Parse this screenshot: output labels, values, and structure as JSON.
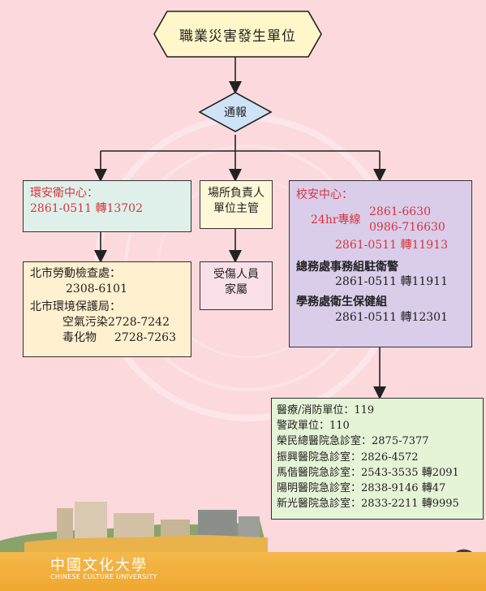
{
  "start": {
    "label": "職業災害發生單位"
  },
  "decision": {
    "label": "通報"
  },
  "env_box": {
    "title": "環安衛中心：",
    "phone": "2861-0511 轉13702"
  },
  "site_box": {
    "line1": "場所負責人",
    "line2": "單位主管"
  },
  "campus_box": {
    "title": "校安中心：",
    "hotline_label": "24hr專線",
    "hotline_1": "2861-6630",
    "hotline_2": "0986-716630",
    "ext_line": "2861-0511 轉11913",
    "guard_title": "總務處事務組駐衛警",
    "guard_phone": "2861-0511 轉11911",
    "health_title": "學務處衛生保健組",
    "health_phone": "2861-0511 轉12301"
  },
  "labor_box": {
    "labor_title": "北市勞動檢查處：",
    "labor_phone": "2308-6101",
    "epa_title": "北市環境保護局：",
    "air_label": "空氣污染",
    "air_phone": "2728-7242",
    "toxic_label": "毒化物",
    "toxic_phone": "2728-7263"
  },
  "family_box": {
    "line1": "受傷人員",
    "line2": "家屬"
  },
  "emergency_box": {
    "lines": [
      "醫療/消防單位：119",
      "警政單位：110",
      "榮民總醫院急診室：2875-7377",
      "振興醫院急診室：2826-4572",
      "馬偕醫院急診室：2543-3535 轉2091",
      "陽明醫院急診室：2838-9146 轉47",
      "新光醫院急診室：2833-2211 轉9995"
    ]
  },
  "footer": {
    "logo_cn": "中國文化大學",
    "logo_en": "CHINESE CULTURE UNIVERSITY"
  },
  "colors": {
    "background": "#fbd9dd",
    "start_fill": "#fff7c9",
    "decision_fill": "#cfe3f7",
    "env_fill": "#dff0ea",
    "site_fill": "#fff8d8",
    "campus_fill": "#d9cdea",
    "labor_fill": "#fff0cf",
    "family_fill": "#f9dfe8",
    "emergency_fill": "#e5f3d6",
    "accent_red": "#d8343a",
    "footer_band": "#f0a830"
  }
}
